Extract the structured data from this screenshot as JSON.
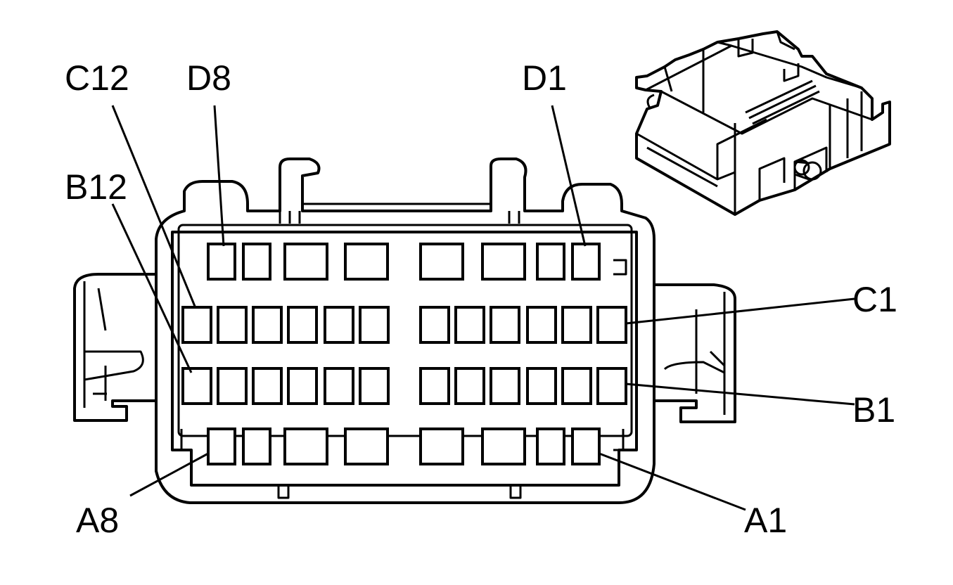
{
  "diagram": {
    "labels": {
      "c12": "C12",
      "d8": "D8",
      "d1": "D1",
      "b12": "B12",
      "c1": "C1",
      "b1": "B1",
      "a8": "A8",
      "a1": "A1"
    }
  }
}
